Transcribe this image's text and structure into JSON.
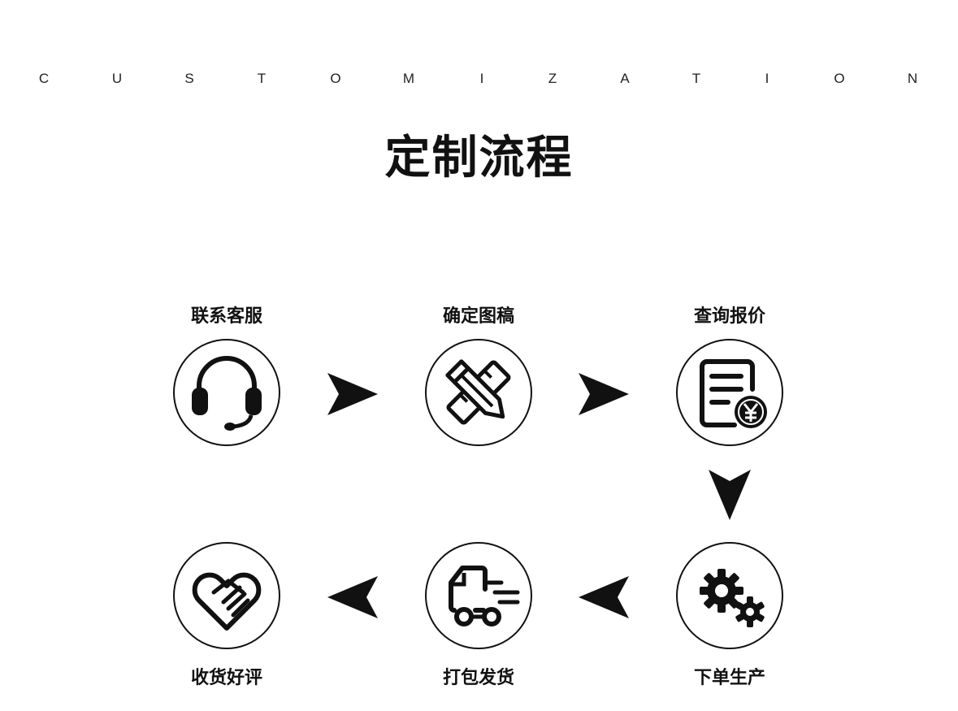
{
  "header": {
    "banner_letters": [
      "C",
      "U",
      "S",
      "T",
      "O",
      "M",
      "I",
      "Z",
      "A",
      "T",
      "I",
      "O",
      "N"
    ],
    "title": "定制流程"
  },
  "steps": [
    {
      "label": "联系客服",
      "icon": "headset-icon"
    },
    {
      "label": "确定图稿",
      "icon": "pencil-ruler-icon"
    },
    {
      "label": "查询报价",
      "icon": "quote-document-yen-icon"
    },
    {
      "label": "下单生产",
      "icon": "gears-icon"
    },
    {
      "label": "打包发货",
      "icon": "delivery-truck-icon"
    },
    {
      "label": "收货好评",
      "icon": "handshake-heart-icon"
    }
  ],
  "colors": {
    "ink": "#111111",
    "background": "#ffffff"
  }
}
